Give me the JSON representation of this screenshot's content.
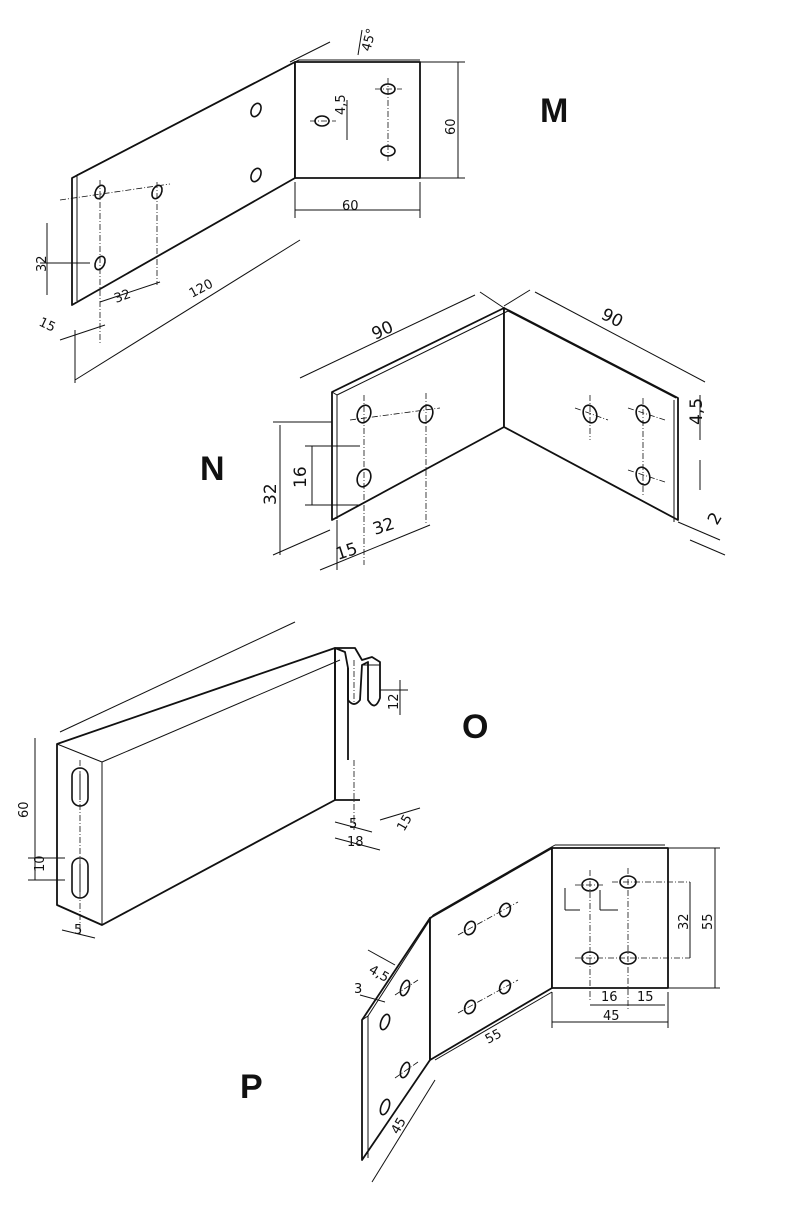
{
  "parts": {
    "M": {
      "label": "M",
      "dims": {
        "angle": "45°",
        "hole_offset": "4,5",
        "height": "60",
        "width": "60",
        "length": "120",
        "spacing_a": "32",
        "spacing_b": "32",
        "edge": "15"
      }
    },
    "N": {
      "label": "N",
      "dims": {
        "leg_a": "90",
        "leg_b": "90",
        "hole": "4,5",
        "height": "32",
        "spacing_v": "16",
        "spacing_h": "32",
        "edge": "15",
        "thickness": "2"
      }
    },
    "O": {
      "label": "O",
      "dims": {
        "height": "60",
        "slot_len": "10",
        "slot_w": "5",
        "slot_depth": "12",
        "slot_w2": "5",
        "tab_w": "18",
        "edge": "15"
      }
    },
    "P": {
      "label": "P",
      "dims": {
        "hole": "4,5",
        "thickness": "3",
        "mid": "55",
        "side": "45",
        "spacing_v": "32",
        "height": "55",
        "spacing_a": "16",
        "spacing_b": "15",
        "width": "45"
      }
    }
  }
}
